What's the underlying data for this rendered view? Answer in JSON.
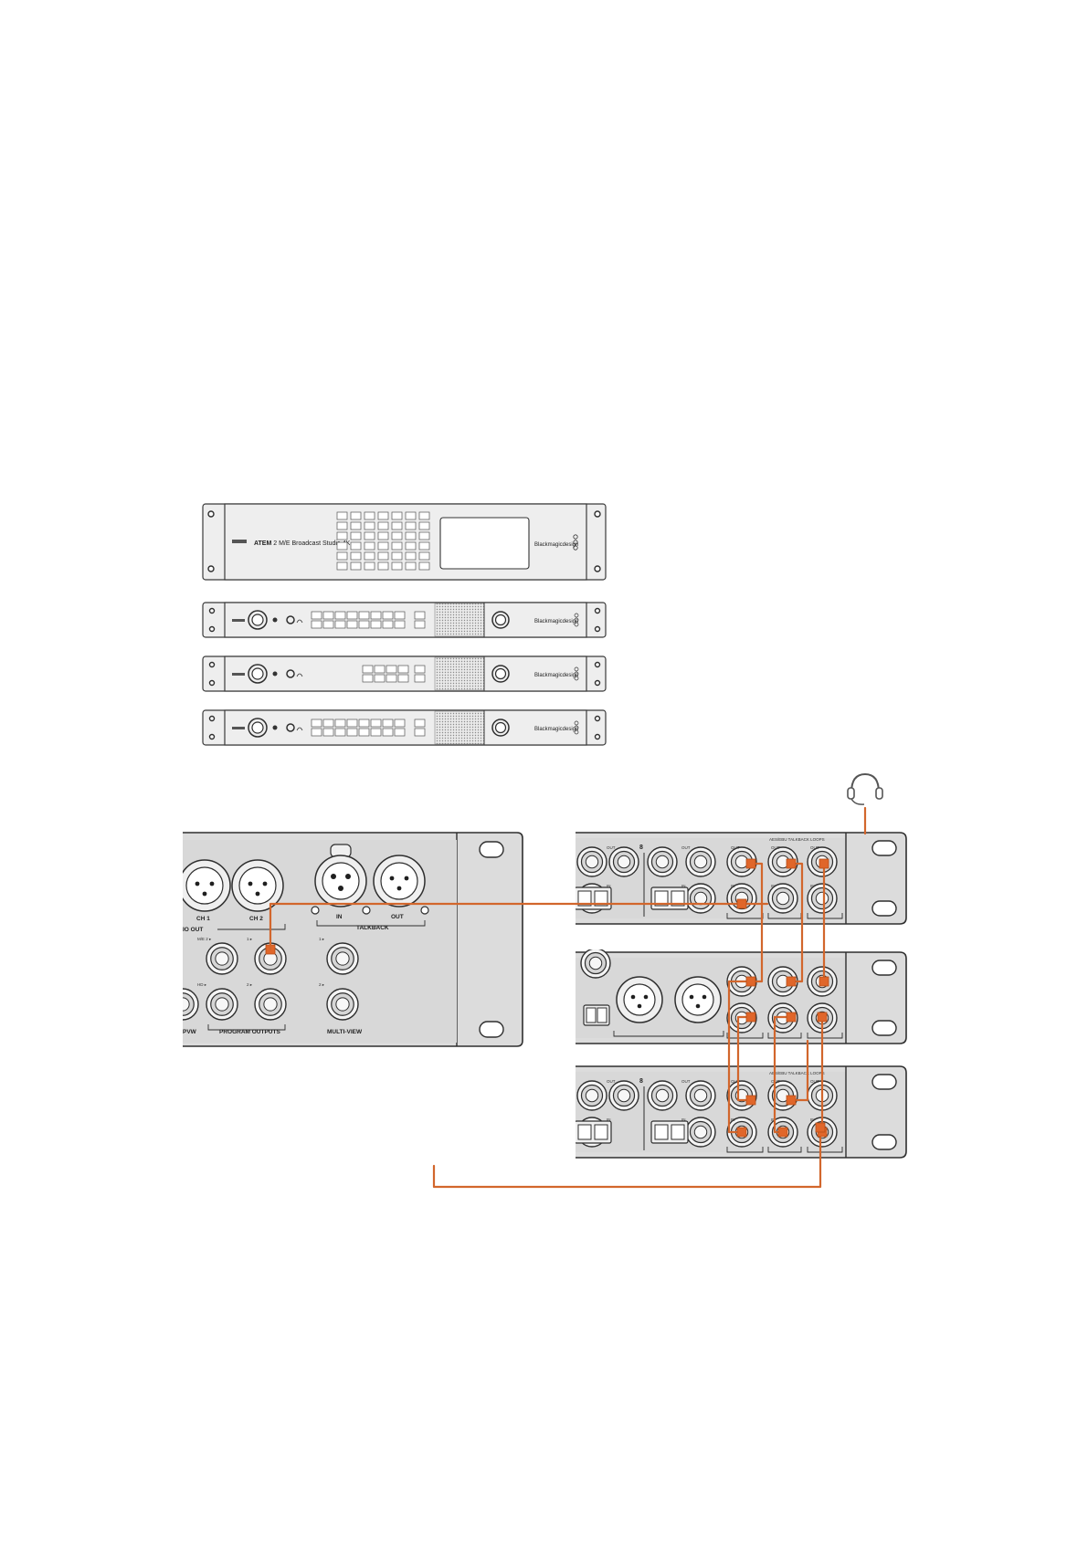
{
  "diagram": {
    "switcher": {
      "title_bold": "ATEM",
      "title_rest": "2 M/E Broadcast Studio 4K",
      "brand": "Blackmagicdesign"
    },
    "talkback_brand": "Blackmagicdesign",
    "rear_labels": {
      "ch1": "CH 1",
      "ch2": "CH 2",
      "audio_out": "IO OUT",
      "talkback": "TALKBACK",
      "in": "IN",
      "out": "OUT",
      "me2": "M/E 2 ▸",
      "hd": "HD ▸",
      "one": "1 ▸",
      "two": "2 ▸",
      "pvw": "PVW",
      "program_outputs": "PROGRAM OUTPUTS",
      "multiview": "MULTI-VIEW",
      "mv1": "1 ▸",
      "mv2": "2 ▸"
    },
    "converter_labels": {
      "loops_header": "AES/EBU TALKBACK LOOPS",
      "out": "OUT",
      "in": "IN",
      "channel": "8"
    },
    "icons": {
      "headset": "headset-icon"
    },
    "colors": {
      "cable": "#d2662c"
    }
  }
}
